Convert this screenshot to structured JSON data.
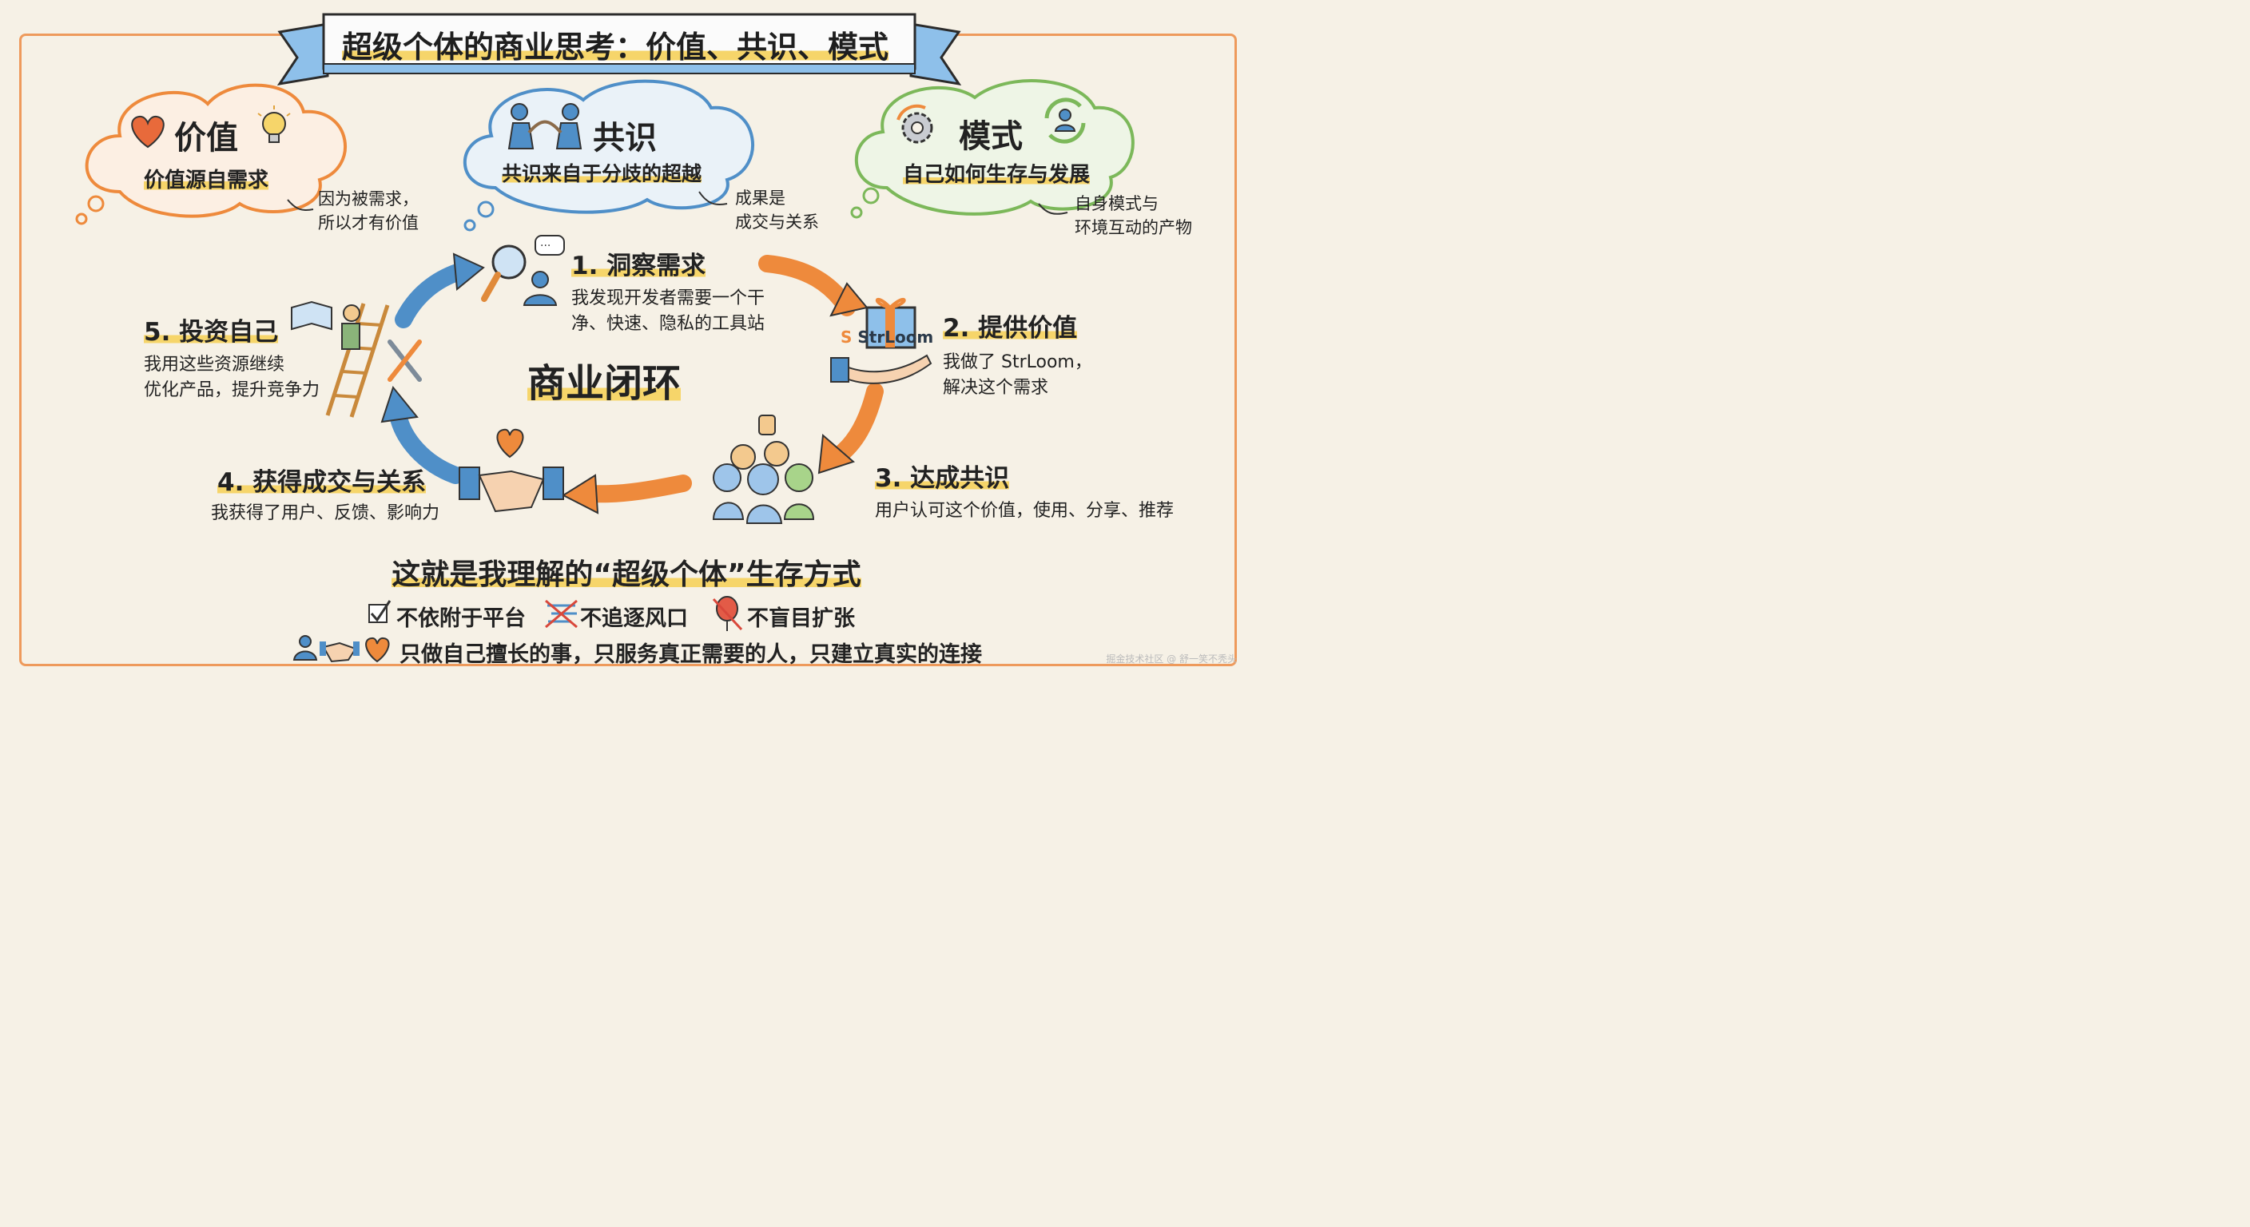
{
  "title": "超级个体的商业思考：价值、共识、模式",
  "clouds": [
    {
      "heading": "价值",
      "subtitle": "价值源自需求",
      "note1": "因为被需求，",
      "note2": "所以才有价值",
      "icon": "heart-icon"
    },
    {
      "heading": "共识",
      "subtitle": "共识来自于分歧的超越",
      "note1": "成果是",
      "note2": "成交与关系",
      "icon": "bridge-people-icon"
    },
    {
      "heading": "模式",
      "subtitle": "自己如何生存与发展",
      "note1": "自身模式与",
      "note2": "环境互动的产物",
      "icon": "gear-icon"
    }
  ],
  "center_label": "商业闭环",
  "steps": [
    {
      "title": "1. 洞察需求",
      "line1": "我发现开发者需要一个干",
      "line2": "净、快速、隐私的工具站"
    },
    {
      "title": "2. 提供价值",
      "line1": "我做了 StrLoom，",
      "line2": "解决这个需求"
    },
    {
      "title": "3. 达成共识",
      "line1": "用户认可这个价值，使用、分享、推荐",
      "line2": ""
    },
    {
      "title": "4. 获得成交与关系",
      "line1": "我获得了用户、反馈、影响力",
      "line2": ""
    },
    {
      "title": "5. 投资自己",
      "line1": "我用这些资源继续",
      "line2": "优化产品，提升竞争力"
    }
  ],
  "product_logo": "StrLoom",
  "bottom": {
    "heading": "这就是我理解的“超级个体”生存方式",
    "items": [
      "不依附于平台",
      "不追逐风口",
      "不盲目扩张"
    ],
    "summary": "只做自己擅长的事，只服务真正需要的人，只建立真实的连接"
  },
  "watermark": "掘金技术社区 @ 舒一笑不秃头",
  "colors": {
    "orange": "#ee8a3c",
    "blue": "#4f8fc8",
    "green": "#7cb85a",
    "highlight": "#f6d56a"
  }
}
